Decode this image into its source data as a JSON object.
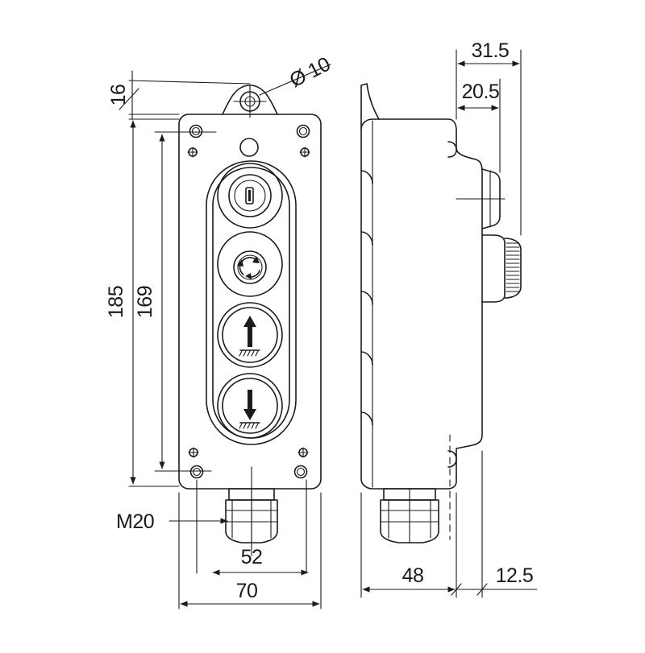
{
  "figure": "Pendant control station with key switch, reset and up/down push buttons — front and side views",
  "labels": {
    "d_top_h": "16",
    "d_hole": "Ø 10",
    "d_total_h": "185",
    "d_inner_h": "169",
    "d_gland": "M20",
    "d_inner_w": "52",
    "d_outer_w": "70",
    "d_side_depth": "48",
    "d_btn_proj": "12.5",
    "d_top_315": "31.5",
    "d_top_205": "20.5"
  },
  "buttons": [
    {
      "name": "key-switch",
      "icon": "key-switch-icon"
    },
    {
      "name": "reset-button",
      "icon": "reset-icon"
    },
    {
      "name": "up-button",
      "icon": "arrow-up-icon"
    },
    {
      "name": "down-button",
      "icon": "arrow-down-icon"
    }
  ],
  "colors": {
    "line": "#1a1a1a",
    "background": "#ffffff"
  }
}
